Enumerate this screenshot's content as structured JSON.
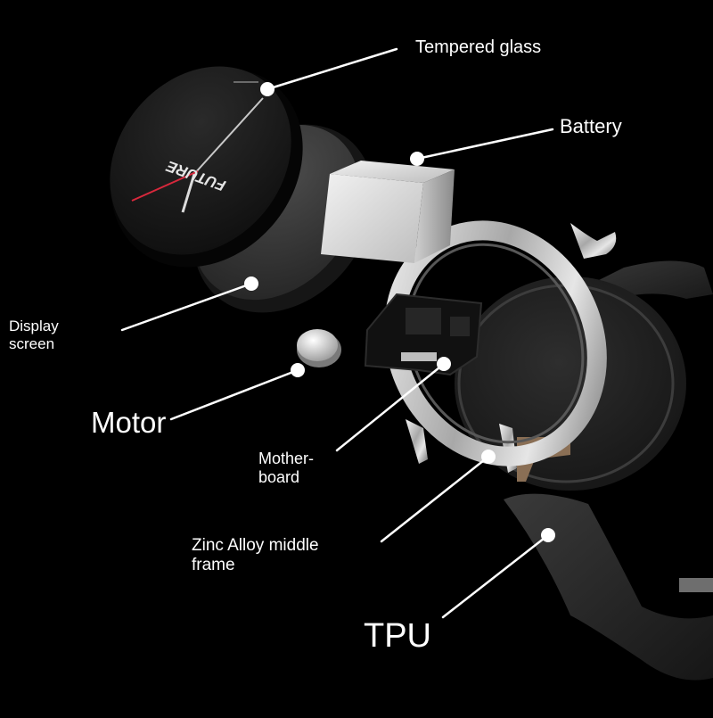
{
  "diagram": {
    "title": "",
    "background": "#000000",
    "line_color": "#ffffff",
    "components": [
      {
        "id": "tempered-glass",
        "label_lines": [
          "Tempered glass"
        ]
      },
      {
        "id": "battery",
        "label_lines": [
          "Battery"
        ]
      },
      {
        "id": "display-screen",
        "label_lines": [
          "Display",
          "screen"
        ]
      },
      {
        "id": "motor",
        "label_lines": [
          "Motor"
        ]
      },
      {
        "id": "motherboard",
        "label_lines": [
          "Mother-",
          "board"
        ]
      },
      {
        "id": "zinc-alloy-middle-frame",
        "label_lines": [
          "Zinc Alloy middle",
          "frame"
        ]
      },
      {
        "id": "tpu",
        "label_lines": [
          "TPU"
        ]
      }
    ],
    "watch_face": {
      "brand_text": "FUTURE",
      "face_color": "#1c1c1c",
      "second_hand_color": "#d8283c"
    }
  }
}
